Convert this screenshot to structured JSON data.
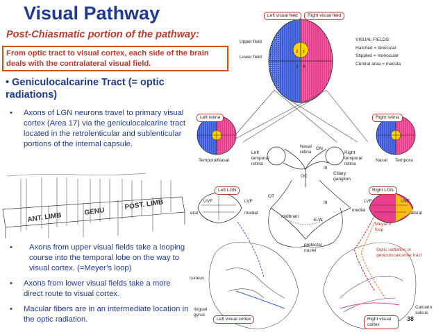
{
  "title": "Visual Pathway",
  "subtitle": "Post-Chiasmatic portion of the pathway:",
  "red_box_text": "From optic tract to visual cortex, each side of the brain deals with the contralateral visual field.",
  "main_bullet": "• Geniculocalcarine Tract (= optic radiations)",
  "bullets": [
    "Axons of LGN neurons travel to primary visual cortex (Area 17) via the geniculocalcarine tract located in the retrolenticular and sublenticular portions of the internal capsule.",
    "Axons from upper visual fields take a looping course into the temporal lobe on the way to visual cortex. (=Meyer’s loop)",
    "Axons from lower visual fields take a more direct route to visual cortex.",
    "Macular fibers are in an intermediate location in the optic radiation."
  ],
  "bullet_glyph": "•",
  "sketch_labels": {
    "ant_limb": "ANT. LIMB",
    "genu": "GENU",
    "post_limb": "POST. LIMB"
  },
  "diagram": {
    "left_visual_field": "Left visual field",
    "right_visual_field": "Right visual field",
    "upper_field": "Upper field",
    "lower_field": "Lower field",
    "legend": [
      "VISUAL FIELDS:",
      "Hatched = binocular",
      "Stippled = monocular",
      "Central area = macula"
    ],
    "left_retina": "Left retina",
    "right_retina": "Right retina",
    "temporal_l": "Temporal",
    "nasal_l": "Nasal",
    "left_temporal_retina": "Left temporal retina",
    "nasal_retina": "Nasal retina",
    "on": "ON",
    "right_temporal_retina": "Right temporal retina",
    "nasal_r": "Nasal",
    "temporal_r": "Tempora",
    "ciliary_ganglion": "Ciliary ganglion",
    "oc": "OC",
    "ot": "OT",
    "iii_a": "III",
    "iii_b": "III",
    "left_lgn": "Left LGN",
    "right_lgn": "Right LGN",
    "uvf_l": "UVF",
    "lvf_l": "LVF",
    "lateral_l": "eral",
    "medial_l": "medial",
    "midbrain": "midbrain",
    "ew": "E.W.",
    "medial_r": "medial",
    "lvf_r": "LVF",
    "uvf_r": "UVF",
    "lateral_r": "lateral",
    "meyers_loop": "Meyer’s loop",
    "pretectal_nuclei": "pretectal nuclei",
    "optic_radiation": "Optic radiation or geniculocalcarine tract",
    "cuneus": "cuneus",
    "lingual_gyrus": "lingual gyrus",
    "left_visual_cortex": "Left visual cortex",
    "right_visual_cortex": "Right visual cortex",
    "calcarine_sulcus": "Calcarin sulcus",
    "page_number": "38"
  },
  "colors": {
    "title_blue": "#1f3a93",
    "red": "#c0392b",
    "box_border": "#d35400",
    "field_blue": "#3b5bdb",
    "field_pink": "#e83e8c",
    "macula_yellow": "#ffd400"
  }
}
